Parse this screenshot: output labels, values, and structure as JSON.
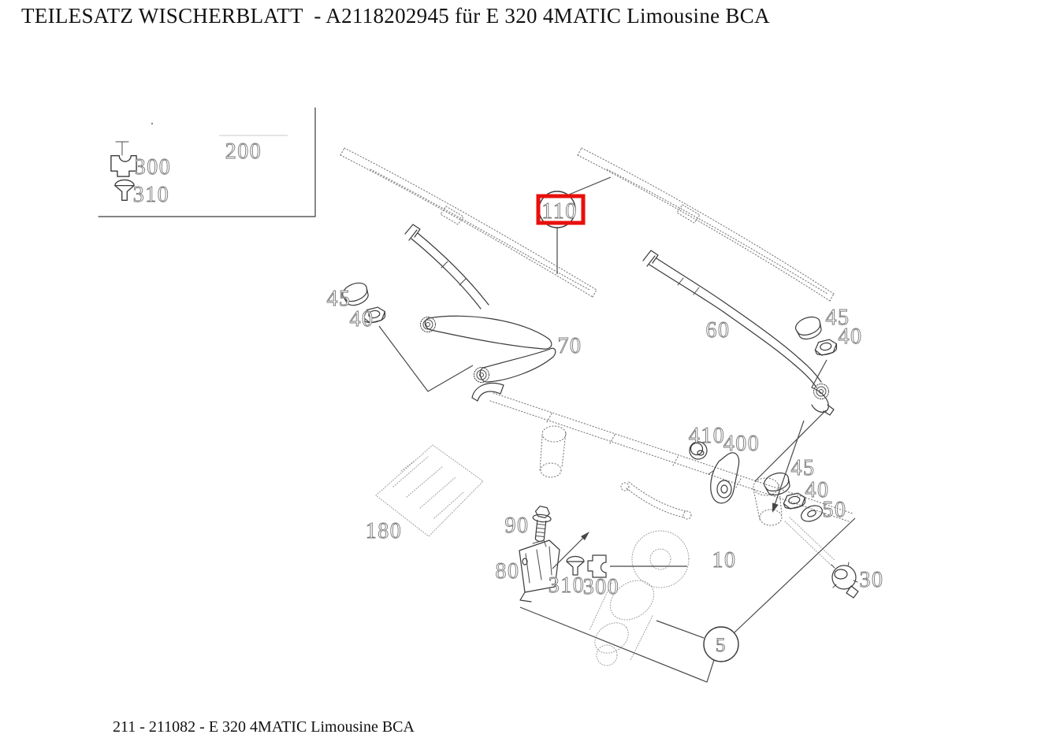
{
  "header": {
    "title": "TEILESATZ WISCHERBLATT  - A2118202945 für E 320 4MATIC Limousine BCA"
  },
  "footer": {
    "caption": "211 - 211082 - E 320 4MATIC Limousine BCA"
  },
  "selected_callout": "110",
  "colors": {
    "highlight_red": "#e8100c",
    "line_dark": "#3a3a3a",
    "stipple_gray": "#7a7a7a",
    "label_outline": "#787878"
  },
  "legend_box": {
    "plug_icon": "plug-icon",
    "rivet_icon": "rivet-icon"
  },
  "callouts": {
    "c200": {
      "text": "200"
    },
    "c300_legend": {
      "text": "300"
    },
    "c310_legend": {
      "text": "310"
    },
    "c110": {
      "text": "110",
      "highlighted": true
    },
    "c45_left": {
      "text": "45"
    },
    "c40_left": {
      "text": "40"
    },
    "c70": {
      "text": "70"
    },
    "c60": {
      "text": "60"
    },
    "c45_right_upper": {
      "text": "45"
    },
    "c40_right_upper": {
      "text": "40"
    },
    "c410": {
      "text": "410"
    },
    "c400": {
      "text": "400"
    },
    "c45_right_lower": {
      "text": "45"
    },
    "c40_right_lower": {
      "text": "40"
    },
    "c50": {
      "text": "50"
    },
    "c180": {
      "text": "180"
    },
    "c90": {
      "text": "90"
    },
    "c80": {
      "text": "80"
    },
    "c310_lower": {
      "text": "310"
    },
    "c300_lower": {
      "text": "300"
    },
    "c10": {
      "text": "10"
    },
    "c30": {
      "text": "30"
    },
    "c5": {
      "text": "5"
    }
  }
}
